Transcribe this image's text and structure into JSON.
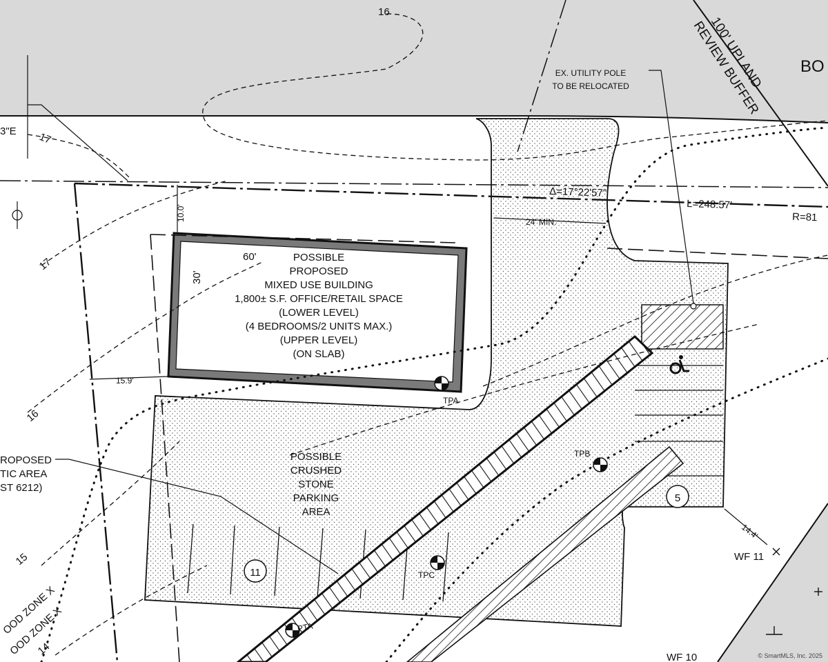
{
  "building": {
    "width_dim": "60'",
    "depth_dim": "30'",
    "lines": [
      "POSSIBLE",
      "PROPOSED",
      "MIXED USE BUILDING",
      "1,800± S.F. OFFICE/RETAIL SPACE",
      "(LOWER LEVEL)",
      "(4 BEDROOMS/2 UNITS MAX.)",
      "(UPPER LEVEL)",
      "(ON SLAB)"
    ]
  },
  "parking": {
    "lines": [
      "POSSIBLE",
      "CRUSHED",
      "STONE",
      "PARKING",
      "AREA"
    ],
    "count_left": "11",
    "count_right": "5"
  },
  "dimensions": {
    "setback_top": "10.0'",
    "setback_left": "15.9'",
    "aisle": "24' MIN.",
    "buffer_offset": "14.4'"
  },
  "curve": {
    "delta": "Δ=17°22'57\"",
    "length": "L=248.57'",
    "radius": "R=81"
  },
  "notes": {
    "utility_pole_1": "EX. UTILITY POLE",
    "utility_pole_2": "TO BE RELOCATED",
    "buffer_1": "100' UPLAND",
    "buffer_2": "REVIEW BUFFER",
    "road_fragment": "BO",
    "bearing_fragment": "3\"E",
    "septic_1": "ROPOSED",
    "septic_2": "TIC AREA",
    "septic_3": "ST 6212)",
    "flood_1": "OOD ZONE X",
    "flood_2": "OOD ZONE X"
  },
  "contours": [
    "16",
    "17",
    "17",
    "16",
    "15",
    "14"
  ],
  "test_pits": [
    "TPA",
    "TPB",
    "TPC",
    "PTA"
  ],
  "wetland_flags": [
    "WF 11",
    "WF 10"
  ],
  "credit": "© SmartMLS, Inc. 2025",
  "colors": {
    "road_fill": "#d9d9d9",
    "line": "#111111",
    "building_band": "#7a7a7a",
    "paper": "#ffffff"
  }
}
